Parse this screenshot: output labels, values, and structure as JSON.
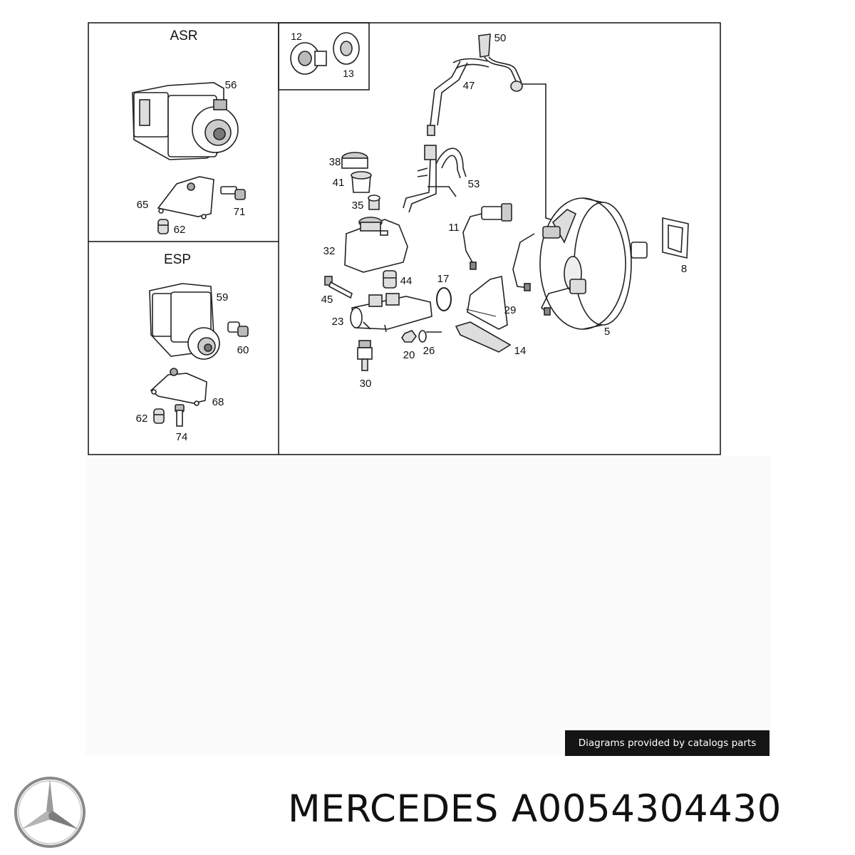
{
  "diagram": {
    "asr_title": "ASR",
    "esp_title": "ESP",
    "asr_callouts": [
      "56",
      "65",
      "71",
      "62"
    ],
    "esp_callouts": [
      "59",
      "60",
      "68",
      "62",
      "74"
    ],
    "inset_callouts": [
      "12",
      "13"
    ],
    "main_callouts": [
      "50",
      "47",
      "38",
      "41",
      "35",
      "53",
      "11",
      "32",
      "44",
      "45",
      "23",
      "17",
      "20",
      "26",
      "29",
      "14",
      "30",
      "8",
      "5"
    ]
  },
  "credit": "Diagrams provided by catalogs parts",
  "footer": {
    "brand": "MERCEDES",
    "part_number": "A0054304430"
  },
  "logo_icon": "mercedes-star-icon"
}
